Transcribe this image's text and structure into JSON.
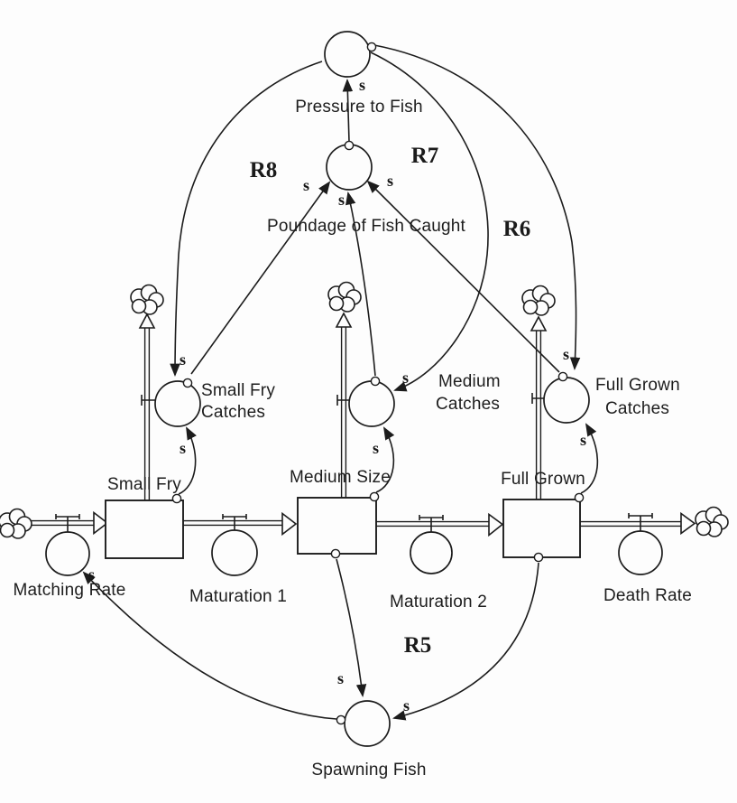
{
  "diagram": {
    "type": "stock-and-flow",
    "polarity": "s",
    "converters": {
      "pressure_to_fish": "Pressure to Fish",
      "poundage_of_fish_caught": "Poundage of Fish Caught",
      "small_fry_catches": {
        "line1": "Small Fry",
        "line2": "Catches"
      },
      "medium_catches": {
        "line1": "Medium",
        "line2": "Catches"
      },
      "full_grown_catches": {
        "line1": "Full Grown",
        "line2": "Catches"
      },
      "spawning_fish": "Spawning Fish"
    },
    "stocks": {
      "small_fry": "Small Fry",
      "medium_size": "Medium Size",
      "full_grown": "Full Grown"
    },
    "flows": {
      "matching_rate": "Matching Rate",
      "maturation_1": "Maturation 1",
      "maturation_2": "Maturation 2",
      "death_rate": "Death Rate"
    },
    "loops": {
      "r5": "R5",
      "r6": "R6",
      "r7": "R7",
      "r8": "R8"
    },
    "connections": [
      {
        "from": "Small Fry Catches",
        "to": "Poundage of Fish Caught",
        "polarity": "s"
      },
      {
        "from": "Medium Catches",
        "to": "Poundage of Fish Caught",
        "polarity": "s"
      },
      {
        "from": "Full Grown Catches",
        "to": "Poundage of Fish Caught",
        "polarity": "s"
      },
      {
        "from": "Poundage of Fish Caught",
        "to": "Pressure to Fish",
        "polarity": "s"
      },
      {
        "from": "Pressure to Fish",
        "to": "Small Fry Catches",
        "polarity": "s"
      },
      {
        "from": "Pressure to Fish",
        "to": "Medium Catches",
        "polarity": "s"
      },
      {
        "from": "Pressure to Fish",
        "to": "Full Grown Catches",
        "polarity": "s"
      },
      {
        "from": "Small Fry",
        "to": "Small Fry Catches",
        "polarity": "s"
      },
      {
        "from": "Medium Size",
        "to": "Medium Catches",
        "polarity": "s"
      },
      {
        "from": "Full Grown",
        "to": "Full Grown Catches",
        "polarity": "s"
      },
      {
        "from": "Medium Size",
        "to": "Spawning Fish",
        "polarity": "s"
      },
      {
        "from": "Full Grown",
        "to": "Spawning Fish",
        "polarity": "s"
      },
      {
        "from": "Spawning Fish",
        "to": "Matching Rate",
        "polarity": "s"
      }
    ]
  }
}
